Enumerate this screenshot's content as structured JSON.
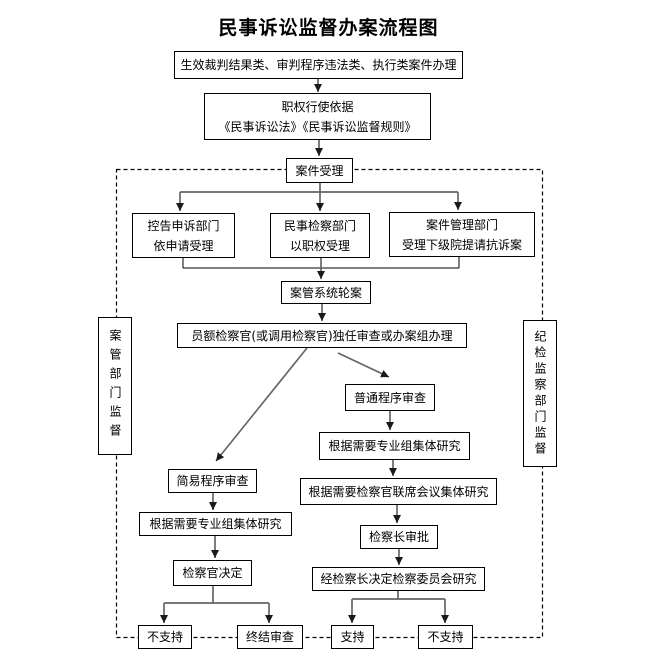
{
  "title": "民事诉讼监督办案流程图",
  "colors": {
    "box_border": "#000000",
    "background": "#ffffff",
    "text": "#000000",
    "connector": "#666666",
    "arrowhead": "#1a1a1a",
    "dashed_border": "#000000",
    "merge_line": "#000000"
  },
  "nodes": {
    "case_types": "生效裁判结果类、审判程序违法类、执行类案件办理",
    "legal_basis": "职权行使依据\n《民事诉讼法》《民事诉讼监督规则》",
    "case_acceptance": "案件受理",
    "complaint_dept": "控告申诉部门\n依申请受理",
    "civil_dept": "民事检察部门\n以职权受理",
    "case_mgmt_dept": "案件管理部门\n受理下级院提请抗诉案",
    "case_rotation": "案管系统轮案",
    "prosecutor_handling": "员额检察官(或调用检察官)独任审查或办案组办理",
    "simple_procedure": "简易程序审查",
    "simple_group_research": "根据需要专业组集体研究",
    "prosecutor_decision": "检察官决定",
    "no_support_left": "不支持",
    "end_review": "终结审查",
    "normal_procedure": "普通程序审查",
    "normal_group_research": "根据需要专业组集体研究",
    "joint_meeting_research": "根据需要检察官联席会议集体研究",
    "chief_prosecutor_approval": "检察长审批",
    "committee_research": "经检察长决定检察委员会研究",
    "support": "支持",
    "no_support_right": "不支持",
    "case_mgmt_supervision": "案管部门监督",
    "discipline_supervision": "纪检监察部门监督"
  }
}
